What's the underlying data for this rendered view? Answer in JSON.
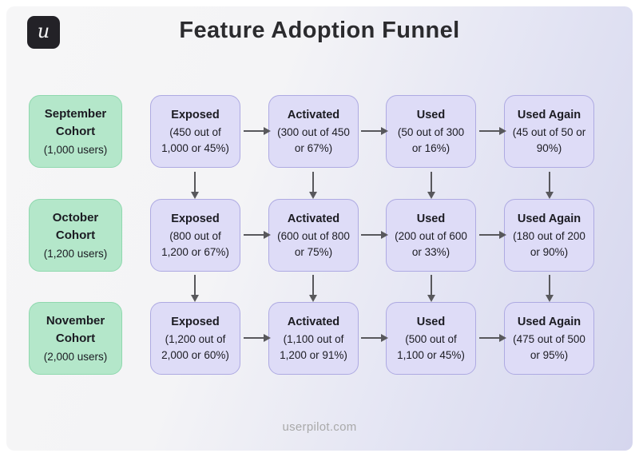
{
  "header": {
    "title": "Feature Adoption Funnel",
    "logo_letter": "u"
  },
  "footer": {
    "text": "userpilot.com"
  },
  "colors": {
    "logo_bg": "#232227",
    "title_text": "#2b2b2e",
    "box_text": "#1b1b22",
    "cohort_fill": "#b4e7ca",
    "cohort_border": "#8fd8ae",
    "stage_fill": "#dedcf7",
    "stage_border": "#aeaae2",
    "arrow": "#58585c",
    "footer_text": "#a9a9a9"
  },
  "rows": [
    {
      "cohort": {
        "name": "September Cohort",
        "size": "(1,000 users)"
      },
      "stages": [
        {
          "label": "Exposed",
          "detail": "(450 out of 1,000 or 45%)"
        },
        {
          "label": "Activated",
          "detail": "(300 out of 450 or 67%)"
        },
        {
          "label": "Used",
          "detail": "(50 out of 300 or 16%)"
        },
        {
          "label": "Used Again",
          "detail": "(45 out of 50 or 90%)"
        }
      ]
    },
    {
      "cohort": {
        "name": "October Cohort",
        "size": "(1,200 users)"
      },
      "stages": [
        {
          "label": "Exposed",
          "detail": "(800 out of 1,200 or 67%)"
        },
        {
          "label": "Activated",
          "detail": "(600 out of 800 or 75%)"
        },
        {
          "label": "Used",
          "detail": "(200 out of 600 or 33%)"
        },
        {
          "label": "Used Again",
          "detail": "(180 out of 200 or 90%)"
        }
      ]
    },
    {
      "cohort": {
        "name": "November Cohort",
        "size": "(2,000 users)"
      },
      "stages": [
        {
          "label": "Exposed",
          "detail": "(1,200 out of 2,000 or 60%)"
        },
        {
          "label": "Activated",
          "detail": "(1,100 out of 1,200 or 91%)"
        },
        {
          "label": "Used",
          "detail": "(500 out of 1,100 or 45%)"
        },
        {
          "label": "Used Again",
          "detail": "(475 out of 500 or 95%)"
        }
      ]
    }
  ]
}
